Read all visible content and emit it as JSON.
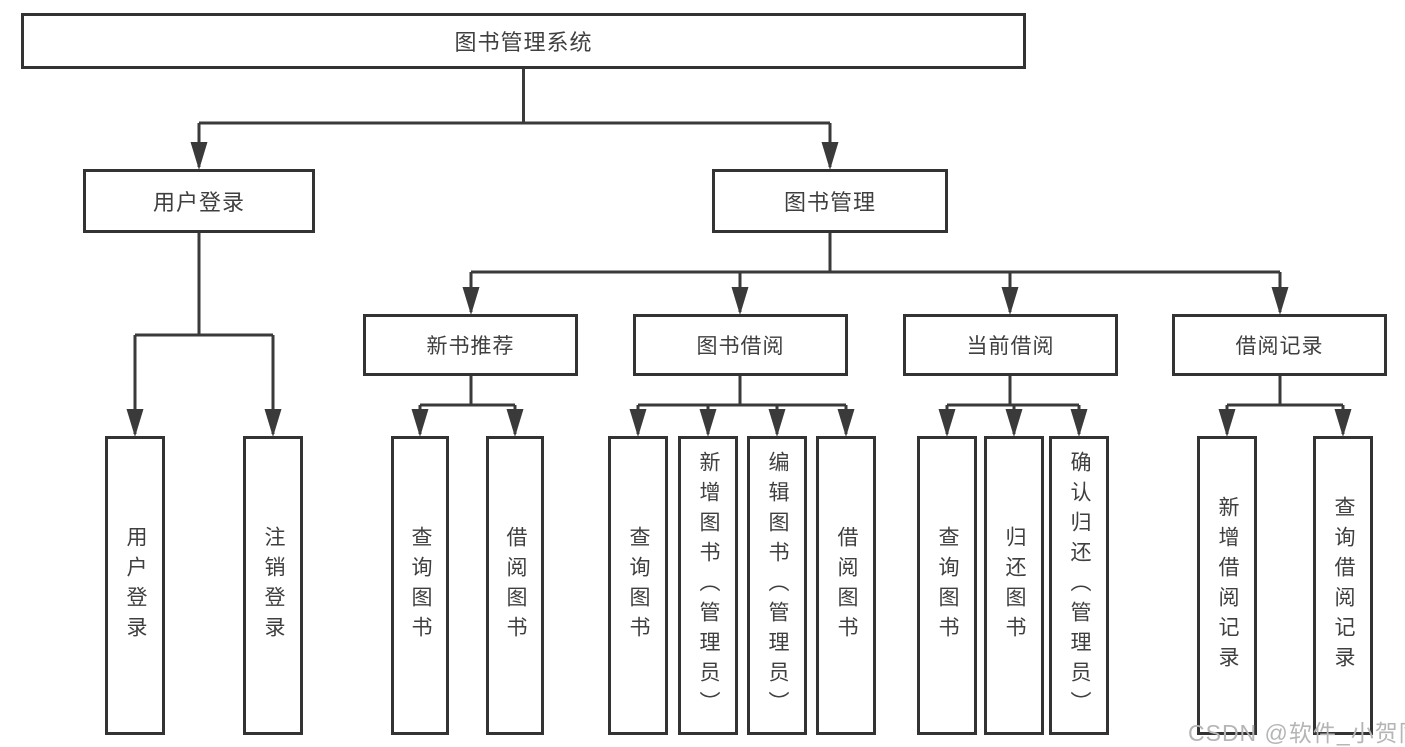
{
  "diagram": {
    "root_label": "图书管理系统",
    "branches": [
      {
        "label": "用户登录",
        "children": [
          {
            "label": "用户登录"
          },
          {
            "label": "注销登录"
          }
        ]
      },
      {
        "label": "图书管理",
        "children": [
          {
            "label": "新书推荐",
            "children": [
              {
                "label": "查询图书"
              },
              {
                "label": "借阅图书"
              }
            ]
          },
          {
            "label": "图书借阅",
            "children": [
              {
                "label": "查询图书"
              },
              {
                "label": "新增图书（管理员）"
              },
              {
                "label": "编辑图书（管理员）"
              },
              {
                "label": "借阅图书"
              }
            ]
          },
          {
            "label": "当前借阅",
            "children": [
              {
                "label": "查询图书"
              },
              {
                "label": "归还图书"
              },
              {
                "label": "确认归还（管理员）"
              }
            ]
          },
          {
            "label": "借阅记录",
            "children": [
              {
                "label": "新增借阅记录"
              },
              {
                "label": "查询借阅记录"
              }
            ]
          }
        ]
      }
    ]
  },
  "watermark": {
    "text": "CSDN @软件_小贺同学",
    "color": "#b5b5b5"
  },
  "colors": {
    "line": "#3a3a3a",
    "box_border": "#333333",
    "text": "#3f3f3f",
    "background": "#ffffff"
  }
}
